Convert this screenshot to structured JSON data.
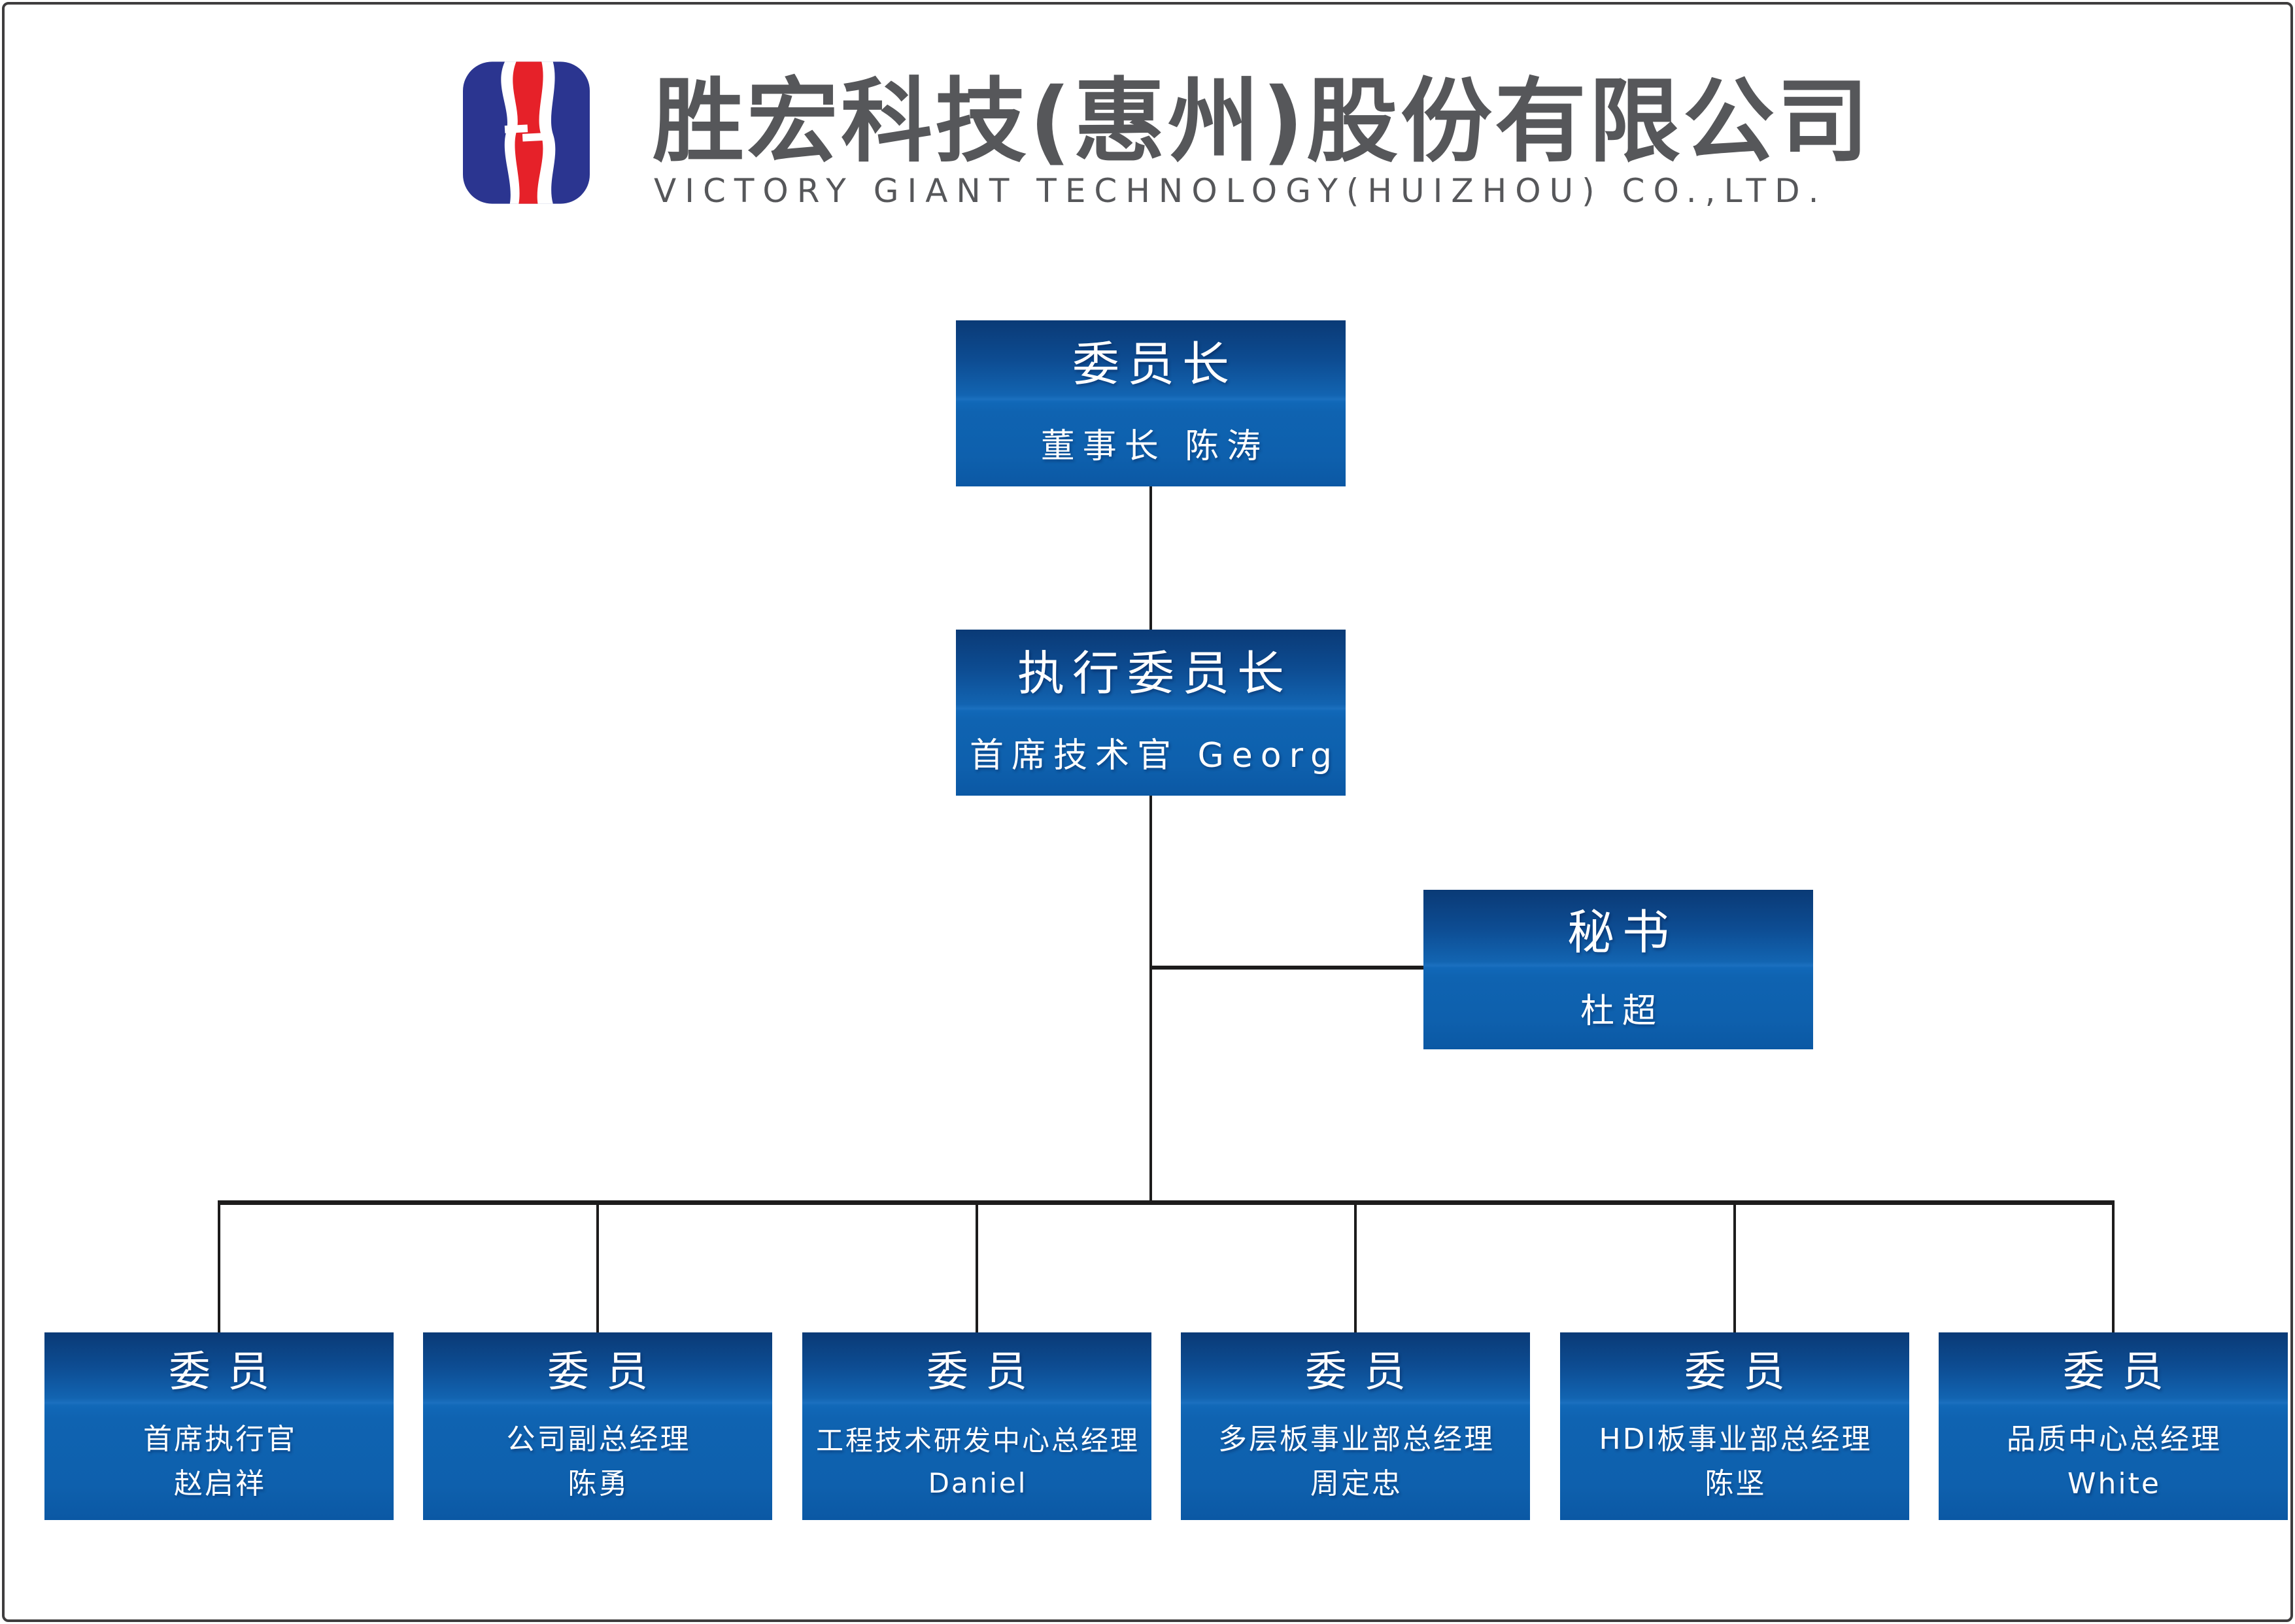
{
  "page": {
    "background_color": "#ffffff",
    "frame_color": "#3f3d3e"
  },
  "header": {
    "logo_icon": "victory-giant-logo",
    "logo_colors": {
      "blue": "#2b3590",
      "red": "#e62129",
      "white": "#ffffff"
    },
    "company_name_zh": "胜宏科技(惠州)股份有限公司",
    "company_name_en": "VICTORY GIANT TECHNOLOGY(HUIZHOU) CO.,LTD.",
    "text_color": "#56575a"
  },
  "org_chart": {
    "node_colors": {
      "gradient_top": "#0a3a76",
      "gradient_seam": "#1b70bf",
      "gradient_bottom": "#0b58a4",
      "text": "#ffffff"
    },
    "connector_color": "#1d1c1c",
    "chairman": {
      "title": "委员长",
      "subtitle": "董事长 陈涛"
    },
    "exec_chairman": {
      "title": "执行委员长",
      "subtitle": "首席技术官 Georg"
    },
    "secretary": {
      "title": "秘书",
      "subtitle": "杜超"
    },
    "members": [
      {
        "title": "委员",
        "role": "首席执行官",
        "name": "赵启祥"
      },
      {
        "title": "委员",
        "role": "公司副总经理",
        "name": "陈勇"
      },
      {
        "title": "委员",
        "role": "工程技术研发中心总经理",
        "name": "Daniel"
      },
      {
        "title": "委员",
        "role": "多层板事业部总经理",
        "name": "周定忠"
      },
      {
        "title": "委员",
        "role": "HDI板事业部总经理",
        "name": "陈坚"
      },
      {
        "title": "委员",
        "role": "品质中心总经理",
        "name": "White"
      }
    ]
  }
}
